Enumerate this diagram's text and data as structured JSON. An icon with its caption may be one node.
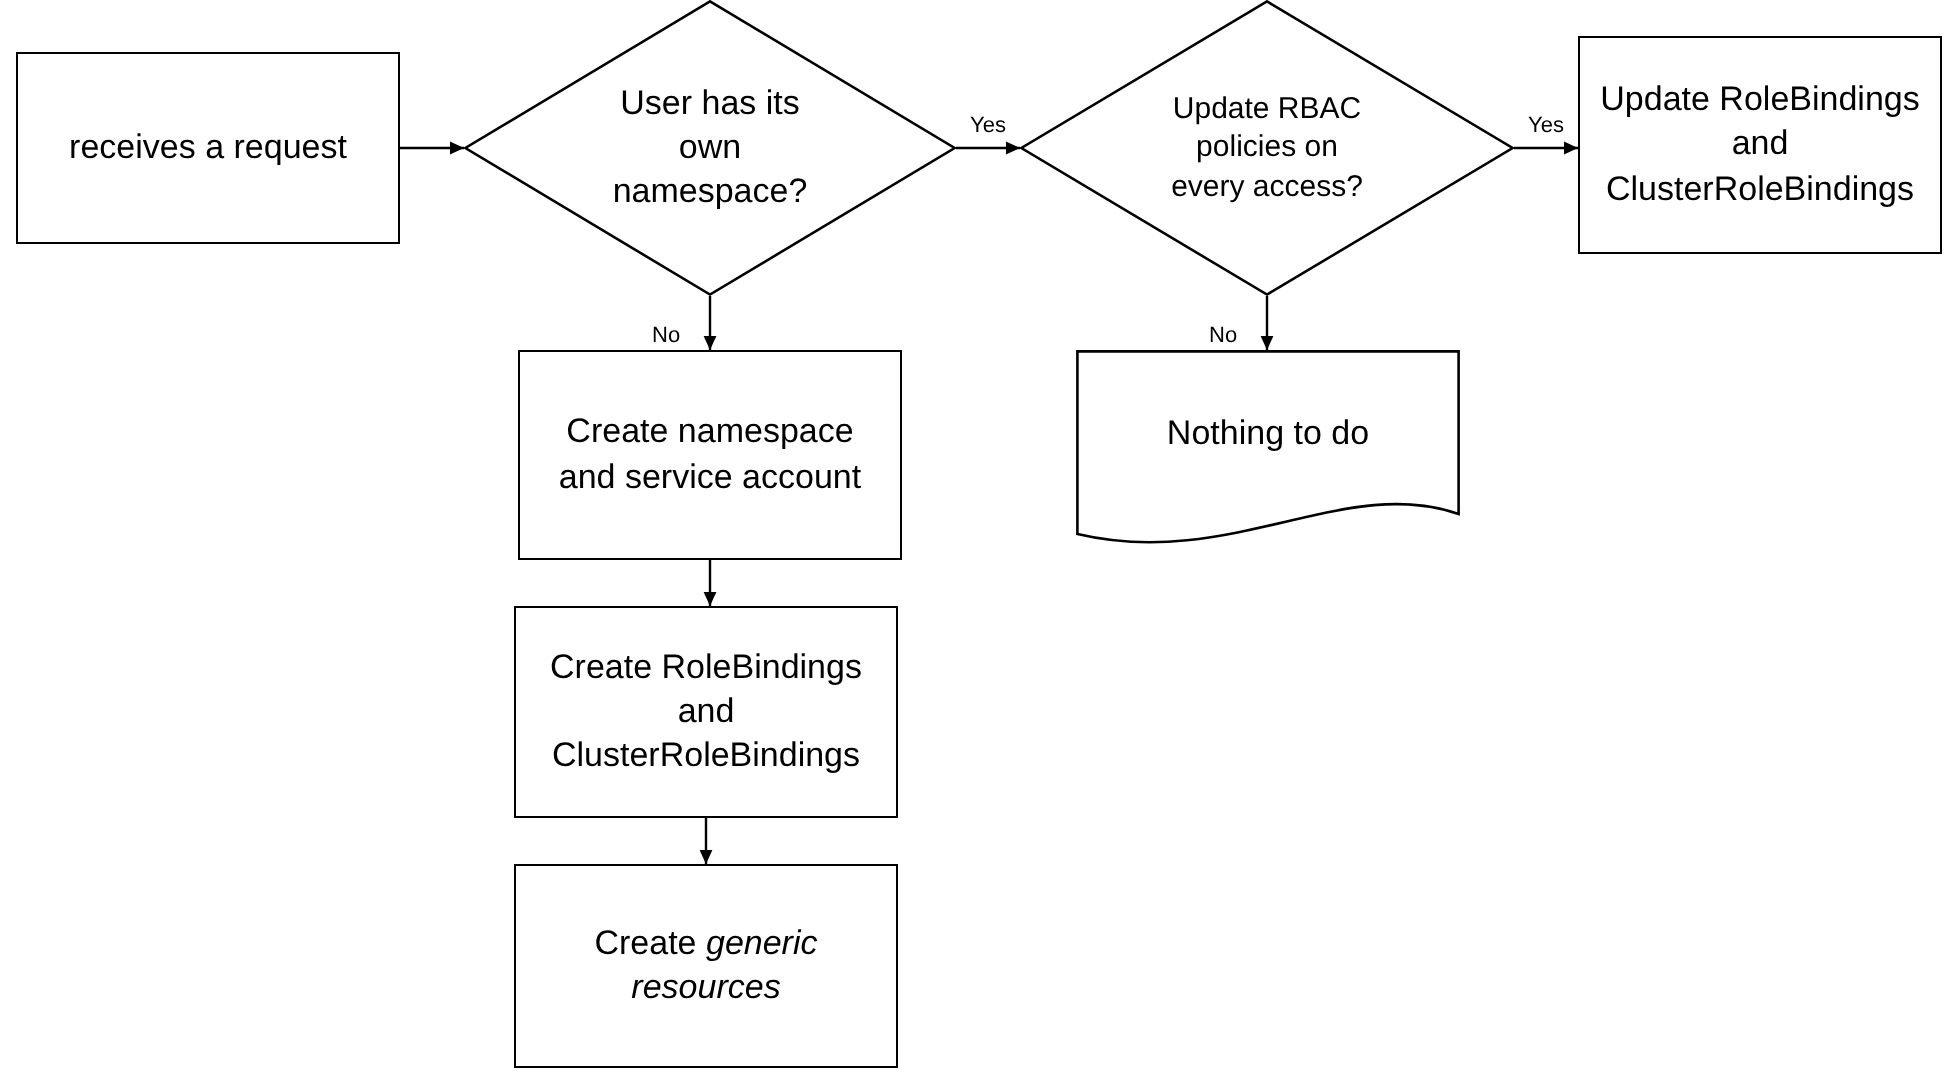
{
  "diagram": {
    "nodes": [
      {
        "text": [
          "receives a request"
        ]
      },
      {
        "text": [
          "User has its own namespace?"
        ]
      },
      {
        "text": [
          "Update RBAC policies on every access?"
        ]
      },
      {
        "text": [
          "Update RoleBindings and ClusterRoleBindings"
        ]
      },
      {
        "text": [
          "Create namespace and service account"
        ]
      },
      {
        "text": [
          "Nothing to do"
        ]
      },
      {
        "text": [
          "Create RoleBindings and ClusterRoleBindings"
        ]
      },
      {
        "text": [
          "Create *generic resources*"
        ]
      }
    ],
    "edges": [
      {
        "from": 0,
        "to": 1,
        "arrow": "to"
      },
      {
        "from": 1,
        "to": 2,
        "arrow": "to",
        "label": "Yes"
      },
      {
        "from": 2,
        "to": 3,
        "arrow": "to",
        "label": "Yes"
      },
      {
        "from": 1,
        "to": 4,
        "arrow": "to",
        "label": "No"
      },
      {
        "from": 2,
        "to": 5,
        "arrow": "to",
        "label": "No"
      },
      {
        "from": 4,
        "to": 6,
        "arrow": "to"
      },
      {
        "from": 6,
        "to": 7,
        "arrow": "to"
      }
    ]
  }
}
